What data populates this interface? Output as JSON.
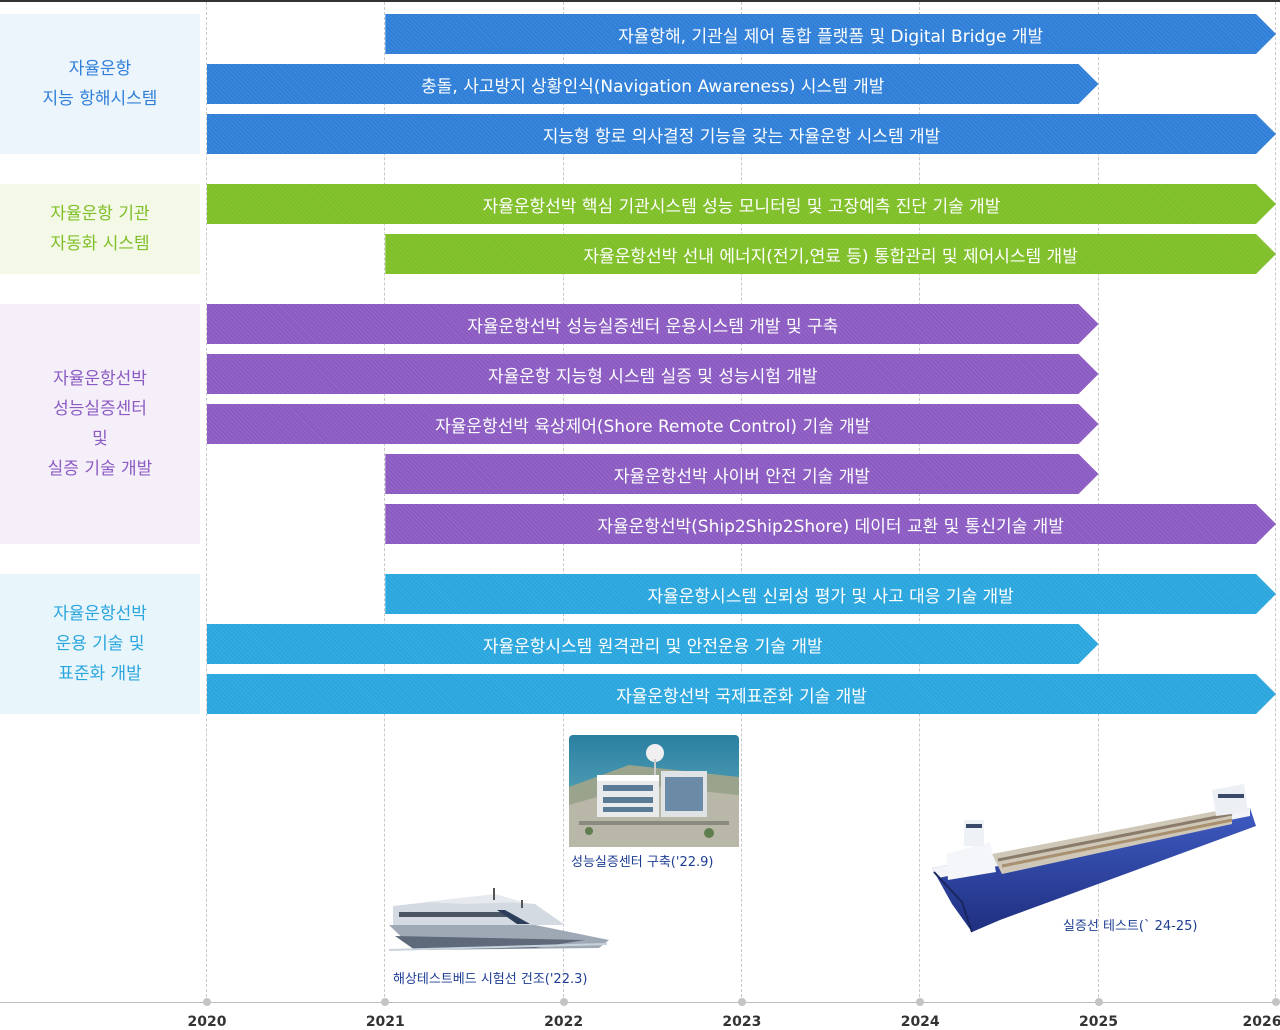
{
  "categories": [
    {
      "label": "자율운항\n지능 항해시스템",
      "color": "#2f7fd8",
      "bg": "#ecf4fc"
    },
    {
      "label": "자율운항 기관\n자동화 시스템",
      "color": "#7fbf27",
      "bg": "#f3f9e6"
    },
    {
      "label": "자율운항선박\n성능실증센터\n및\n실증 기술 개발",
      "color": "#8b5bc2",
      "bg": "#f5effa"
    },
    {
      "label": "자율운항선박\n운용 기술 및\n표준화 개발",
      "color": "#2aa6de",
      "bg": "#e8f5fb"
    }
  ],
  "years": [
    "2020",
    "2021",
    "2022",
    "2023",
    "2024",
    "2025",
    "2026"
  ],
  "tasks": [
    {
      "label": "자율항해, 기관실 제어 통합 플랫폼 및 Digital Bridge 개발",
      "start": 2021,
      "end": 2026,
      "group": 0
    },
    {
      "label": "충돌, 사고방지 상황인식(Navigation Awareness) 시스템 개발",
      "start": 2020,
      "end": 2025,
      "group": 0
    },
    {
      "label": "지능형 항로 의사결정 기능을 갖는 자율운항 시스템 개발",
      "start": 2020,
      "end": 2026,
      "group": 0
    },
    {
      "label": "자율운항선박 핵심 기관시스템 성능 모니터링 및 고장예측 진단 기술 개발",
      "start": 2020,
      "end": 2026,
      "group": 1
    },
    {
      "label": "자율운항선박 선내 에너지(전기,연료 등) 통합관리 및 제어시스템 개발",
      "start": 2021,
      "end": 2026,
      "group": 1
    },
    {
      "label": "자율운항선박 성능실증센터 운용시스템 개발 및 구축",
      "start": 2020,
      "end": 2025,
      "group": 2
    },
    {
      "label": "자율운항 지능형 시스템 실증 및 성능시험 개발",
      "start": 2020,
      "end": 2025,
      "group": 2
    },
    {
      "label": "자율운항선박 육상제어(Shore Remote Control) 기술 개발",
      "start": 2020,
      "end": 2025,
      "group": 2
    },
    {
      "label": "자율운항선박 사이버 안전 기술 개발",
      "start": 2021,
      "end": 2025,
      "group": 2
    },
    {
      "label": "자율운항선박(Ship2Ship2Shore) 데이터 교환 및 통신기술 개발",
      "start": 2021,
      "end": 2026,
      "group": 2
    },
    {
      "label": "자율운항시스템 신뢰성 평가 및  사고 대응 기술 개발",
      "start": 2021,
      "end": 2026,
      "group": 3
    },
    {
      "label": "자율운항시스템 원격관리 및 안전운용 기술 개발",
      "start": 2020,
      "end": 2025,
      "group": 3
    },
    {
      "label": "자율운항선박 국제표준화 기술 개발",
      "start": 2020,
      "end": 2026,
      "group": 3
    }
  ],
  "milestones": {
    "center": "성능실증센터 구축('22.9)",
    "testbed": "해상테스트베드 시험선 건조('22.3)",
    "ship": "실증선 테스트(` 24-25)"
  }
}
